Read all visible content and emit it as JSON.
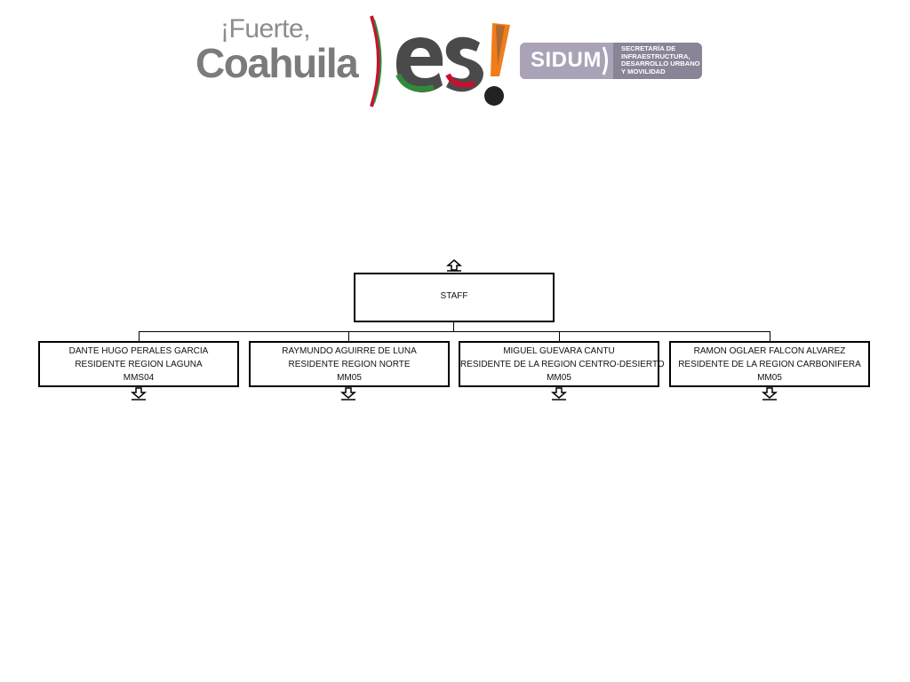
{
  "header": {
    "logo_line1": "¡Fuerte,",
    "logo_line2": "Coahuila",
    "logo_es": "es!",
    "agency_acronym": "SIDUM",
    "agency_name_lines": [
      "SECRETARÍA DE",
      "INFRAESTRUCTURA,",
      "DESARROLLO URBANO",
      "Y MOVILIDAD"
    ],
    "colors": {
      "gray": "#7b7b7b",
      "red": "#c8102e",
      "green": "#2e8b3a",
      "orange": "#f07d1a",
      "sidum_purple": "#8a8497"
    }
  },
  "org_chart": {
    "root": {
      "label": "STAFF",
      "connector_icon": "up-arrow-icon"
    },
    "children": [
      {
        "name": "DANTE HUGO PERALES GARCIA",
        "title": "RESIDENTE REGION LAGUNA",
        "level": "MMS04",
        "connector_icon": "down-arrow-icon"
      },
      {
        "name": "RAYMUNDO AGUIRRE DE LUNA",
        "title": "RESIDENTE REGION NORTE",
        "level": "MM05",
        "connector_icon": "down-arrow-icon"
      },
      {
        "name": "MIGUEL GUEVARA CANTU",
        "title": "RESIDENTE DE LA REGION CENTRO-DESIERTO",
        "level": "MM05",
        "connector_icon": "down-arrow-icon"
      },
      {
        "name": "RAMON OGLAER FALCON ALVAREZ",
        "title": "RESIDENTE DE LA REGION CARBONIFERA",
        "level": "MM05",
        "connector_icon": "down-arrow-icon"
      }
    ]
  }
}
